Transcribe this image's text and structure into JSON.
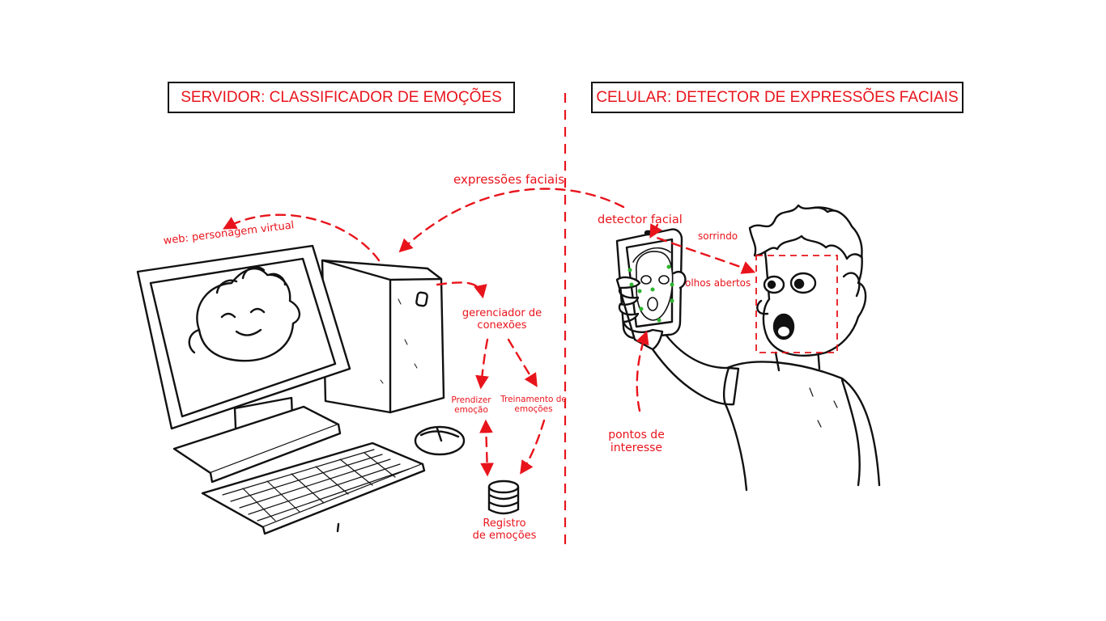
{
  "titles": {
    "server": "SERVIDOR: CLASSIFICADOR DE EMOÇÕES",
    "phone": "CELULAR: DETECTOR DE EXPRESSÕES FACIAIS"
  },
  "labels": {
    "expressions": "expressões faciais",
    "web_character": "web: personagem virtual",
    "connection_manager_1": "gerenciador de",
    "connection_manager_2": "conexões",
    "learn_1": "Prendizer",
    "learn_2": "emoção",
    "train_1": "Treinamento de",
    "train_2": "emoções",
    "registry_1": "Registro",
    "registry_2": "de emoções",
    "face_detector": "detector facial",
    "smiling": "sorrindo",
    "eyes_open": "olhos abertos",
    "points_1": "pontos de",
    "points_2": "interesse"
  },
  "colors": {
    "accent": "#e8141c",
    "ink": "#111111",
    "landmark": "#2db52d"
  }
}
